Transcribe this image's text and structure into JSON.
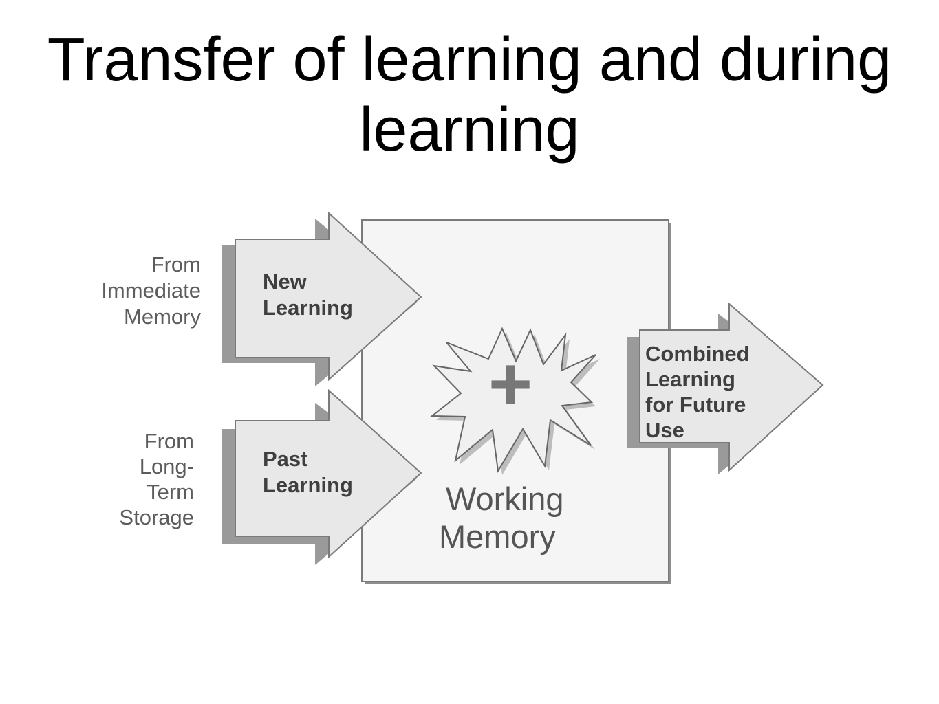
{
  "title": {
    "line1": "Transfer of learning and during",
    "line2": "learning"
  },
  "diagram": {
    "source_top": [
      "From",
      "Immediate",
      "Memory"
    ],
    "source_bottom": [
      "From",
      "Long-",
      "Term",
      "Storage"
    ],
    "arrow_top": [
      "New",
      "Learning"
    ],
    "arrow_bottom": [
      "Past",
      "Learning"
    ],
    "center_symbol": "+",
    "box_label": [
      "Working",
      "Memory"
    ],
    "arrow_out": [
      "Combined",
      "Learning",
      "for Future",
      "Use"
    ]
  },
  "colors": {
    "box_fill": "#f5f5f5",
    "arrow_fill": "#e8e8e8",
    "shadow": "#9a9a9a",
    "stroke": "#7a7a7a"
  }
}
